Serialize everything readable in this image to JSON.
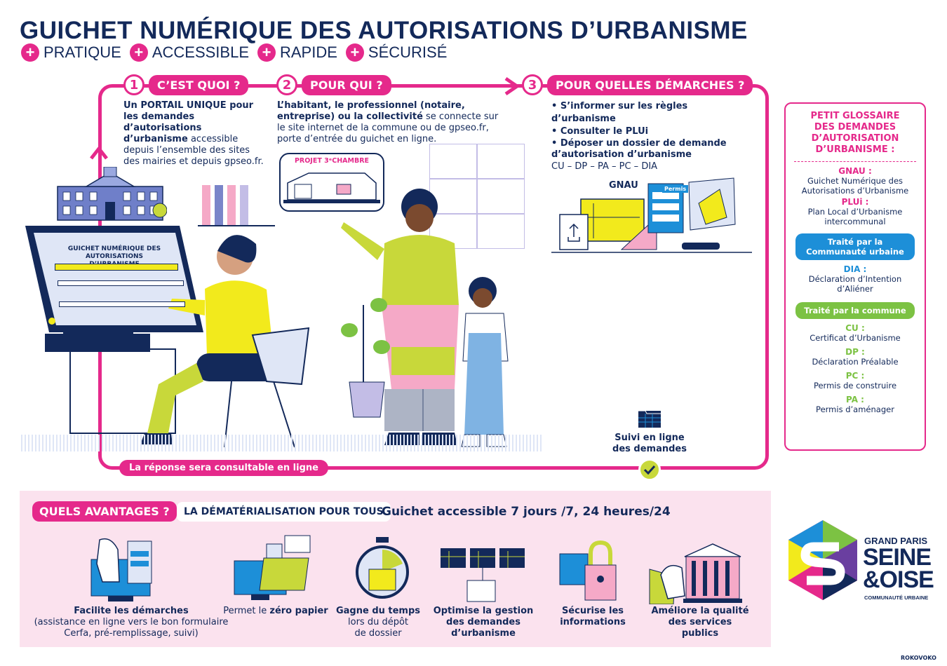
{
  "header": {
    "title": "GUICHET NUMÉRIQUE DES AUTORISATIONS D’URBANISME",
    "tags": [
      "PRATIQUE",
      "ACCESSIBLE",
      "RAPIDE",
      "SÉCURISÉ"
    ]
  },
  "steps": [
    {
      "num": "1",
      "label": "C’EST QUOI ?"
    },
    {
      "num": "2",
      "label": "POUR QUI ?"
    },
    {
      "num": "3",
      "label": "POUR QUELLES DÉMARCHES ?"
    }
  ],
  "step1": {
    "bold": "Un PORTAIL UNIQUE pour les demandes d’autorisations d’urbanisme",
    "rest": "accessible depuis l’ensemble des sites des mairies et depuis gpseo.fr."
  },
  "step2": {
    "bold": "L’habitant, le professionnel (notaire, entreprise) ou la collectivité",
    "rest": "se connecte sur le site internet de la commune ou de gpseo.fr, porte d’entrée du guichet en ligne."
  },
  "step3": {
    "items": [
      "• S’informer sur les règles d’urbanisme",
      "• Consulter le PLUi",
      "• Déposer un dossier de demande d’autorisation d’urbanisme"
    ],
    "codes": "CU – DP – PA – PC – DIA"
  },
  "illustration": {
    "screen_title": "GUICHET NUMÉRIQUE DES AUTORISATIONS D’URBANISME",
    "bubble": "PROJET 3ᵉCHAMBRE",
    "gnau": "GNAU",
    "permis": "Permis",
    "suivi": "Suivi en ligne des demandes",
    "response": "La réponse sera consultable en ligne"
  },
  "glossary": {
    "title": "PETIT GLOSSAIRE DES DEMANDES D’AUTORISATION D’URBANISME :",
    "gnau_term": "GNAU :",
    "gnau_def": "Guichet Numérique des Autorisations d’Urbanisme",
    "plui_term": "PLUi :",
    "plui_def": "Plan Local d’Urbanisme intercommunal",
    "box_cu": "Traité par la Communauté urbaine",
    "dia_term": "DIA :",
    "dia_def": "Déclaration d’Intention d’Aliéner",
    "box_commune": "Traité par la commune",
    "cu_term": "CU :",
    "cu_def": "Certificat d’Urbanisme",
    "dp_term": "DP :",
    "dp_def": "Déclaration Préalable",
    "pc_term": "PC :",
    "pc_def": "Permis de construire",
    "pa_term": "PA :",
    "pa_def": "Permis d’aménager"
  },
  "advantages": {
    "label": "QUELS AVANTAGES ?",
    "subtitle": "LA DÉMATÉRIALISATION POUR TOUS",
    "access": "Guichet accessible 7 jours /7, 24 heures/24",
    "items": [
      {
        "bold": "Facilite les démarches",
        "rest": "(assistance en ligne vers le bon formulaire Cerfa, pré-remplissage, suivi)"
      },
      {
        "pre": "Permet le ",
        "bold": "zéro papier"
      },
      {
        "bold": "Gagne du temps",
        "rest": "lors du dépôt de dossier"
      },
      {
        "bold": "Optimise la gestion des demandes d’urbanisme"
      },
      {
        "bold": "Sécurise les informations"
      },
      {
        "bold": "Améliore la qualité des services publics"
      }
    ]
  },
  "logo": {
    "line1": "GRAND PARIS",
    "line2": "SEINE",
    "line3": "&OISE",
    "line4": "COMMUNAUTÉ URBAINE"
  },
  "credit": "ROKOVOKO",
  "colors": {
    "pink": "#e5298b",
    "navy": "#13295a",
    "blue": "#1d8fd8",
    "green": "#7cc243",
    "yellow": "#f2ea1c"
  }
}
